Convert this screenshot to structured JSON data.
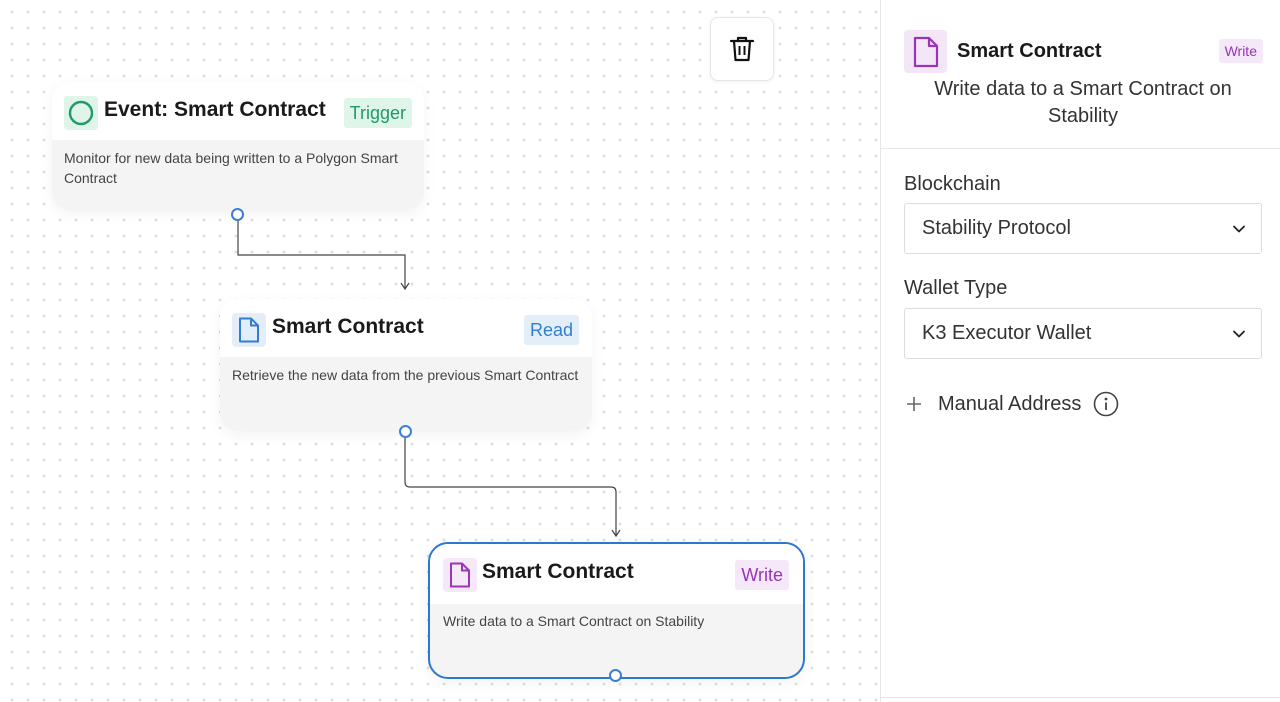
{
  "canvas": {
    "toolbar": {
      "delete_icon": "trash-icon"
    },
    "nodes": [
      {
        "title": "Event: Smart Contract",
        "badge": "Trigger",
        "description": "Monitor for new data being written to a Polygon Smart Contract",
        "icon": "circle-icon",
        "accent": "#1f9a6b",
        "badge_bg": "#dff5ea"
      },
      {
        "title": "Smart Contract",
        "badge": "Read",
        "description": "Retrieve the new data from the previous Smart Contract",
        "icon": "document-icon",
        "accent": "#2f7fd0",
        "badge_bg": "#e3eef9"
      },
      {
        "title": "Smart Contract",
        "badge": "Write",
        "description": "Write data to a Smart Contract on Stability",
        "icon": "document-icon",
        "accent": "#9a34b8",
        "badge_bg": "#f5e8f9",
        "selected": true
      }
    ],
    "port_color": "#3b7fd4",
    "selected_border": "#2b78cf"
  },
  "panel": {
    "title": "Smart Contract",
    "badge": "Write",
    "description": "Write data to a Smart Contract on Stability",
    "icon": "document-icon",
    "blockchain": {
      "label": "Blockchain",
      "value": "Stability Protocol"
    },
    "wallet": {
      "label": "Wallet Type",
      "value": "K3 Executor Wallet"
    },
    "manual_address": {
      "label": "Manual Address"
    }
  }
}
